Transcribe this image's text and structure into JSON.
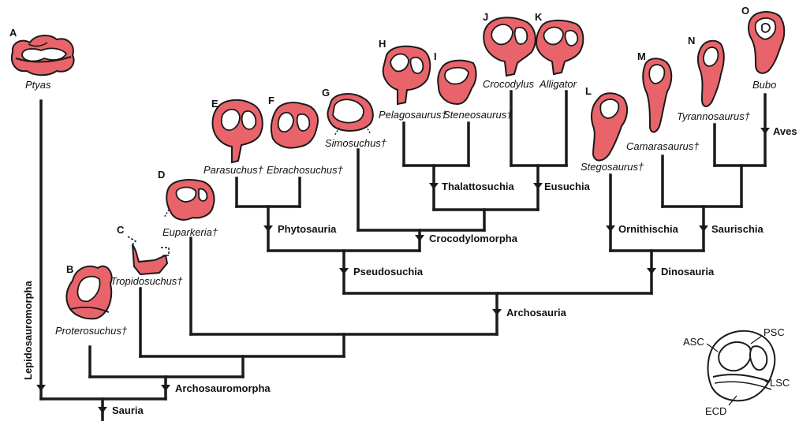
{
  "taxa": {
    "A": {
      "letter": "A",
      "name": "Ptyas"
    },
    "B": {
      "letter": "B",
      "name": "Proterosuchus†"
    },
    "C": {
      "letter": "C",
      "name": "Tropidosuchus†"
    },
    "D": {
      "letter": "D",
      "name": "Euparkeria†"
    },
    "E": {
      "letter": "E",
      "name": "Parasuchus†"
    },
    "F": {
      "letter": "F",
      "name": "Ebrachosuchus†"
    },
    "G": {
      "letter": "G",
      "name": "Simosuchus†"
    },
    "H": {
      "letter": "H",
      "name": "Pelagosaurus†"
    },
    "I": {
      "letter": "I",
      "name": "Steneosaurus†"
    },
    "J": {
      "letter": "J",
      "name": "Crocodylus"
    },
    "K": {
      "letter": "K",
      "name": "Alligator"
    },
    "L": {
      "letter": "L",
      "name": "Stegosaurus†"
    },
    "M": {
      "letter": "M",
      "name": "Camarasaurus†"
    },
    "N": {
      "letter": "N",
      "name": "Tyrannosaurus†"
    },
    "O": {
      "letter": "O",
      "name": "Bubo"
    }
  },
  "clades": {
    "lepidosauromorpha": "Lepidosauromorpha",
    "archosauromorpha": "Archosauromorpha",
    "sauria": "Sauria",
    "archosauria": "Archosauria",
    "pseudosuchia": "Pseudosuchia",
    "dinosauria": "Dinosauria",
    "phytosauria": "Phytosauria",
    "crocodylomorpha": "Crocodylomorpha",
    "thalattosuchia": "Thalattosuchia",
    "eusuchia": "Eusuchia",
    "ornithischia": "Ornithischia",
    "saurischia": "Saurischia",
    "aves": "Aves"
  },
  "key": {
    "asc": "ASC",
    "psc": "PSC",
    "lsc": "LSC",
    "ecd": "ECD"
  },
  "colors": {
    "specimen_fill": "#e8646a",
    "outline": "#1a1a1a"
  }
}
